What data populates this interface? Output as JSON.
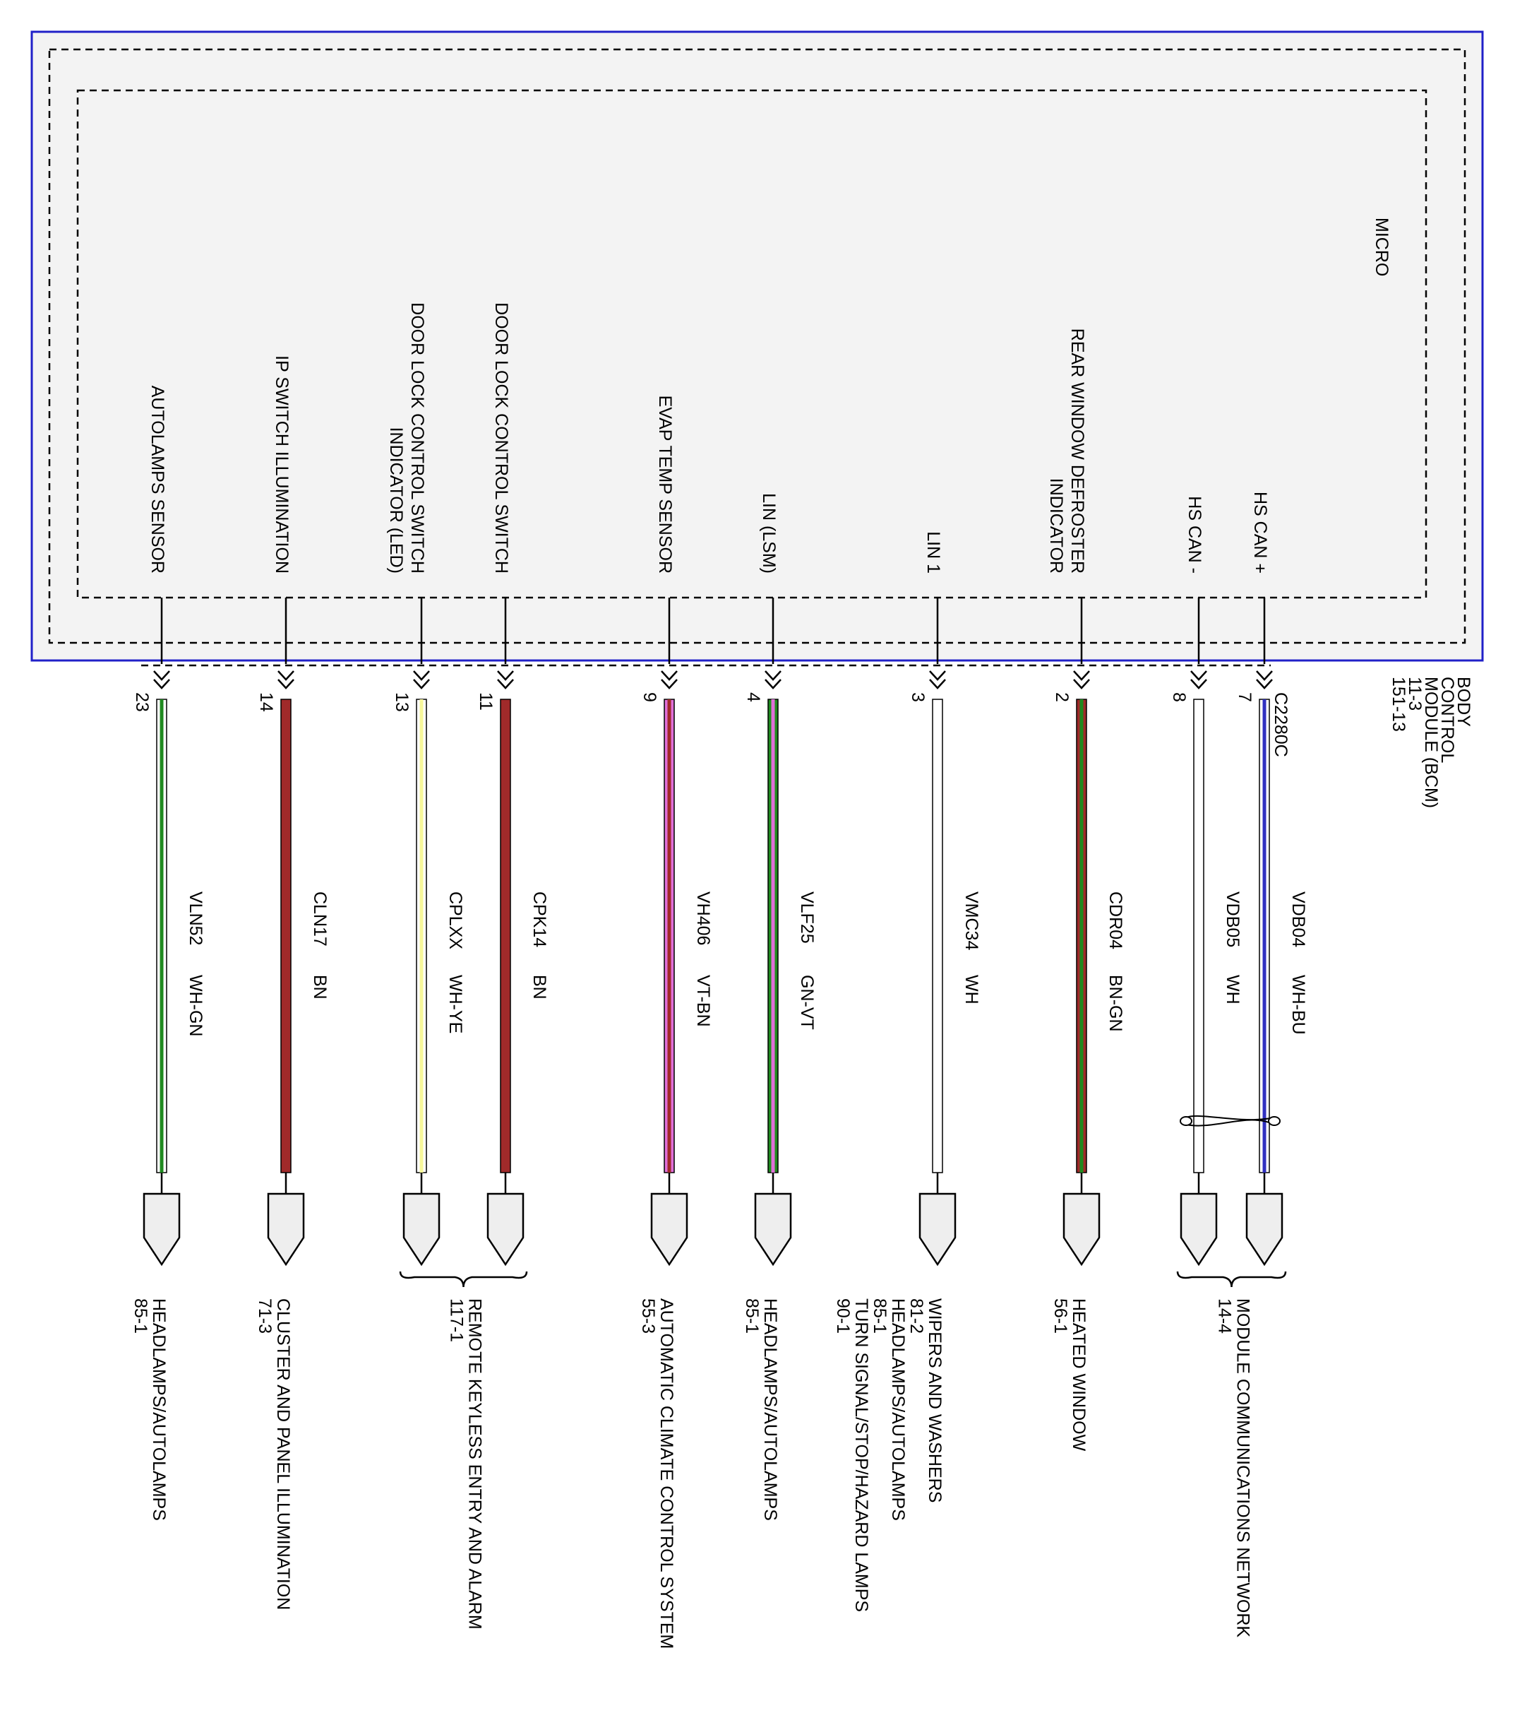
{
  "module": {
    "name_lines": [
      "BODY",
      "CONTROL",
      "MODULE (BCM)"
    ],
    "refs": [
      "11-3",
      "151-13"
    ],
    "connector": "C2280C",
    "micro_label": "MICRO"
  },
  "colors": {
    "module_border": "#2020c8",
    "module_fill": "#f3f3f3",
    "connector_fill": "#eeeeee",
    "BN": "#a02a2a",
    "GN": "#1f8a1f",
    "WH": "#ffffff",
    "YE": "#f7f79a",
    "BU": "#3030c0",
    "VT": "#e070d8"
  },
  "wires": [
    {
      "pin": "23",
      "circuit": "VLN52",
      "color": "WH-GN",
      "function": "AUTOLAMPS SENSOR",
      "dest": [
        "HEADLAMPS/AUTOLAMPS",
        "85-1"
      ]
    },
    {
      "pin": "14",
      "circuit": "CLN17",
      "color": "BN",
      "function": "IP SWITCH ILLUMINATION",
      "dest": [
        "CLUSTER AND PANEL ILLUMINATION",
        "71-3"
      ]
    },
    {
      "pin": "13",
      "circuit": "CPLXX",
      "color": "WH-YE",
      "function": "DOOR LOCK CONTROL SWITCH INDICATOR (LED)",
      "dest": []
    },
    {
      "pin": "11",
      "circuit": "CPK14",
      "color": "BN",
      "function": "DOOR LOCK CONTROL SWITCH",
      "dest": []
    },
    {
      "pin": "9",
      "circuit": "VH406",
      "color": "VT-BN",
      "function": "EVAP TEMP SENSOR",
      "dest": [
        "AUTOMATIC CLIMATE CONTROL SYSTEM",
        "55-3"
      ]
    },
    {
      "pin": "4",
      "circuit": "VLF25",
      "color": "GN-VT",
      "function": "LIN (LSM)",
      "dest": [
        "HEADLAMPS/AUTOLAMPS",
        "85-1"
      ]
    },
    {
      "pin": "3",
      "circuit": "VMC34",
      "color": "WH",
      "function": "LIN 1",
      "dest": [
        "WIPERS AND WASHERS",
        "81-2",
        "HEADLAMPS/AUTOLAMPS",
        "85-1",
        "TURN SIGNAL/STOP/HAZARD LAMPS",
        "90-1"
      ]
    },
    {
      "pin": "2",
      "circuit": "CDR04",
      "color": "BN-GN",
      "function": "REAR WINDOW DEFROSTER INDICATOR",
      "dest": [
        "HEATED WINDOW",
        "56-1"
      ]
    },
    {
      "pin": "8",
      "circuit": "VDB05",
      "color": "WH",
      "function": "HS CAN -",
      "dest": []
    },
    {
      "pin": "7",
      "circuit": "VDB04",
      "color": "WH-BU",
      "function": "HS CAN +",
      "dest": []
    }
  ],
  "groups": [
    {
      "pins": [
        "13",
        "11"
      ],
      "dest": [
        "REMOTE KEYLESS ENTRY AND ALARM",
        "117-1"
      ]
    },
    {
      "pins": [
        "8",
        "7"
      ],
      "dest": [
        "MODULE COMMUNICATIONS NETWORK",
        "14-4"
      ]
    }
  ]
}
